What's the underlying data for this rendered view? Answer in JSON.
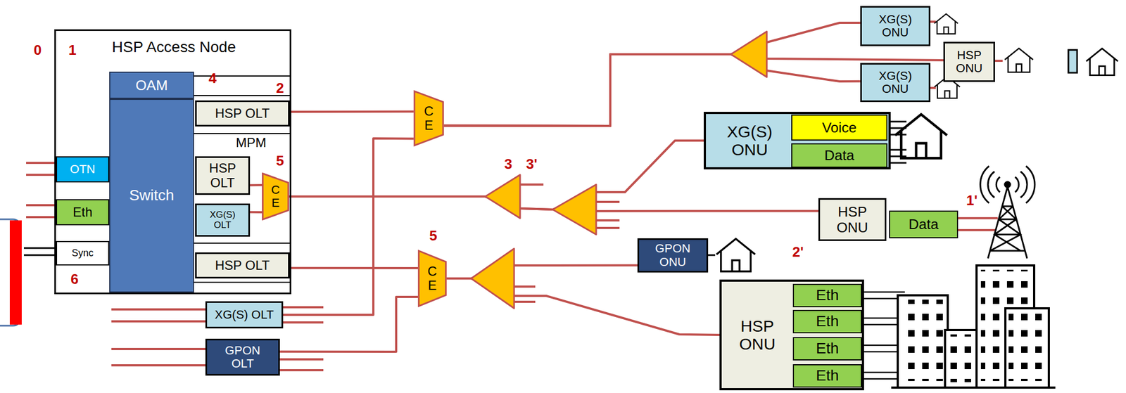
{
  "diagram": {
    "nodes": [
      {
        "text": [
          "HSP Access Node"
        ]
      },
      {
        "text": [
          "OAM"
        ],
        "in": 0
      },
      {
        "text": [
          "Switch"
        ],
        "in": 0
      },
      {
        "text": [
          "OTN"
        ],
        "in": 0
      },
      {
        "text": [
          "Eth"
        ],
        "in": 0
      },
      {
        "text": [
          "Sync"
        ],
        "in": 0
      },
      {
        "text": [
          "HSP OLT"
        ],
        "in": 0
      },
      {
        "text": [
          "HSP OLT"
        ],
        "in": 0
      },
      {
        "text": [
          "XG(S) OLT"
        ],
        "in": 0
      },
      {
        "text": [
          "C E"
        ],
        "in": 0
      },
      {
        "text": [
          "HSP OLT"
        ],
        "in": 0
      },
      {
        "text": [
          "XG(S) OLT"
        ]
      },
      {
        "text": [
          "GPON OLT"
        ]
      },
      {
        "text": [
          "C E"
        ]
      },
      {
        "text": [
          "C E"
        ]
      },
      {
        "text": [
          "XG(S) ONU"
        ]
      },
      {
        "text": [
          "HSP ONU"
        ]
      },
      {
        "text": [
          "XG(S) ONU"
        ]
      },
      {
        "text": [
          "XG(S) ONU"
        ]
      },
      {
        "text": [
          "Voice"
        ],
        "in": 18
      },
      {
        "text": [
          "Data"
        ],
        "in": 18
      },
      {
        "text": [
          "HSP ONU"
        ]
      },
      {
        "text": [
          "Data"
        ]
      },
      {
        "text": [
          "GPON ONU"
        ]
      },
      {
        "text": [
          "HSP ONU"
        ]
      },
      {
        "text": [
          "Eth"
        ],
        "in": 24
      },
      {
        "text": [
          "Eth"
        ],
        "in": 24
      },
      {
        "text": [
          "Eth"
        ],
        "in": 24
      },
      {
        "text": [
          "Eth"
        ],
        "in": 24
      }
    ],
    "edges": [
      {
        "from": 6,
        "to": 13,
        "arrow": "none"
      },
      {
        "from": 11,
        "to": 13,
        "arrow": "none"
      },
      {
        "from": 13,
        "to": 15,
        "arrow": "none"
      },
      {
        "from": 13,
        "to": 16,
        "arrow": "none"
      },
      {
        "from": 13,
        "to": 17,
        "arrow": "none"
      },
      {
        "from": 7,
        "to": 9,
        "arrow": "none"
      },
      {
        "from": 8,
        "to": 9,
        "arrow": "none"
      },
      {
        "from": 9,
        "to": 18,
        "arrow": "none"
      },
      {
        "from": 9,
        "to": 21,
        "arrow": "none"
      },
      {
        "from": 10,
        "to": 14,
        "arrow": "none"
      },
      {
        "from": 12,
        "to": 14,
        "arrow": "none"
      },
      {
        "from": 14,
        "to": 23,
        "arrow": "none"
      },
      {
        "from": 14,
        "to": 24,
        "arrow": "none"
      }
    ],
    "labels": [
      "0",
      "1",
      "4",
      "2",
      "MPM",
      "5",
      "3",
      "3'",
      "5",
      "1'",
      "2'",
      "6"
    ]
  }
}
